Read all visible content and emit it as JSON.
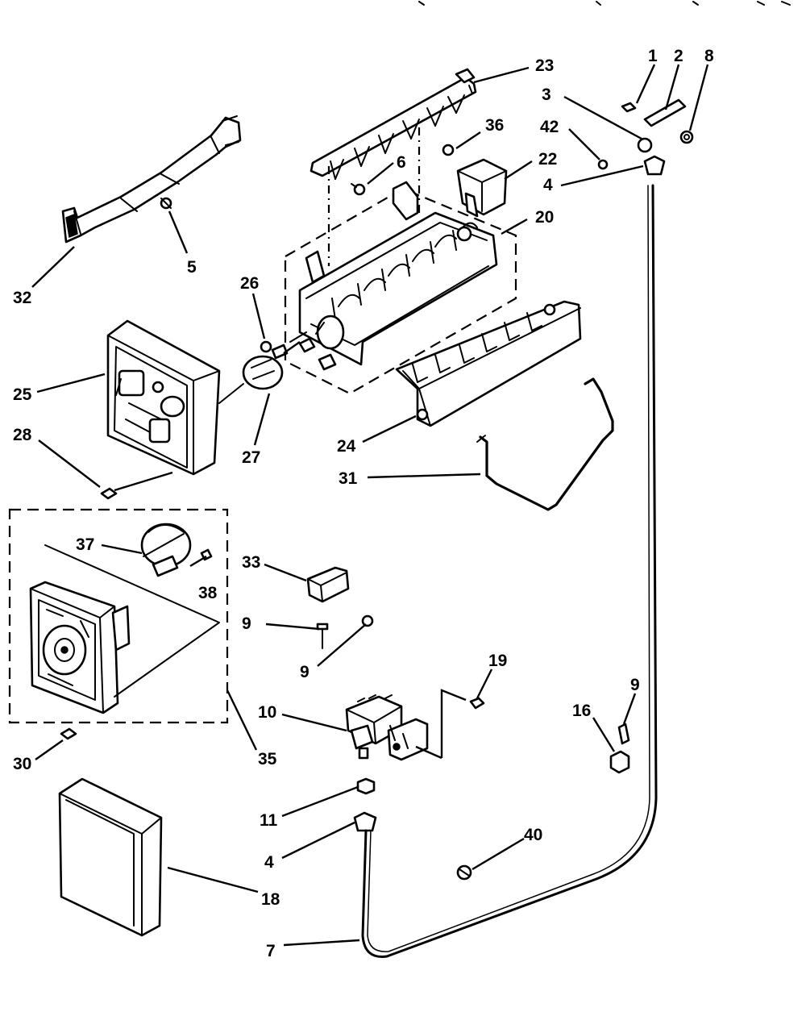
{
  "diagram": {
    "accent_color": "#000000",
    "background_color": "#ffffff",
    "callouts": [
      {
        "id": "c1",
        "text": "1"
      },
      {
        "id": "c2",
        "text": "2"
      },
      {
        "id": "c8a",
        "text": "8"
      },
      {
        "id": "c23",
        "text": "23"
      },
      {
        "id": "c3",
        "text": "3"
      },
      {
        "id": "c36",
        "text": "36"
      },
      {
        "id": "c42",
        "text": "42"
      },
      {
        "id": "c22",
        "text": "22"
      },
      {
        "id": "c6",
        "text": "6"
      },
      {
        "id": "c4a",
        "text": "4"
      },
      {
        "id": "c20",
        "text": "20"
      },
      {
        "id": "c5",
        "text": "5"
      },
      {
        "id": "c32",
        "text": "32"
      },
      {
        "id": "c26",
        "text": "26"
      },
      {
        "id": "c25",
        "text": "25"
      },
      {
        "id": "c28",
        "text": "28"
      },
      {
        "id": "c27",
        "text": "27"
      },
      {
        "id": "c24",
        "text": "24"
      },
      {
        "id": "c31",
        "text": "31"
      },
      {
        "id": "c37",
        "text": "37"
      },
      {
        "id": "c38",
        "text": "38"
      },
      {
        "id": "c33",
        "text": "33"
      },
      {
        "id": "c9a",
        "text": "9"
      },
      {
        "id": "c9b",
        "text": "9"
      },
      {
        "id": "c19",
        "text": "19"
      },
      {
        "id": "c9c",
        "text": "9"
      },
      {
        "id": "c16",
        "text": "16"
      },
      {
        "id": "c10",
        "text": "10"
      },
      {
        "id": "c30",
        "text": "30"
      },
      {
        "id": "c35",
        "text": "35"
      },
      {
        "id": "c11",
        "text": "11"
      },
      {
        "id": "c4b",
        "text": "4"
      },
      {
        "id": "c40",
        "text": "40"
      },
      {
        "id": "c18",
        "text": "18"
      },
      {
        "id": "c7",
        "text": "7"
      }
    ]
  }
}
